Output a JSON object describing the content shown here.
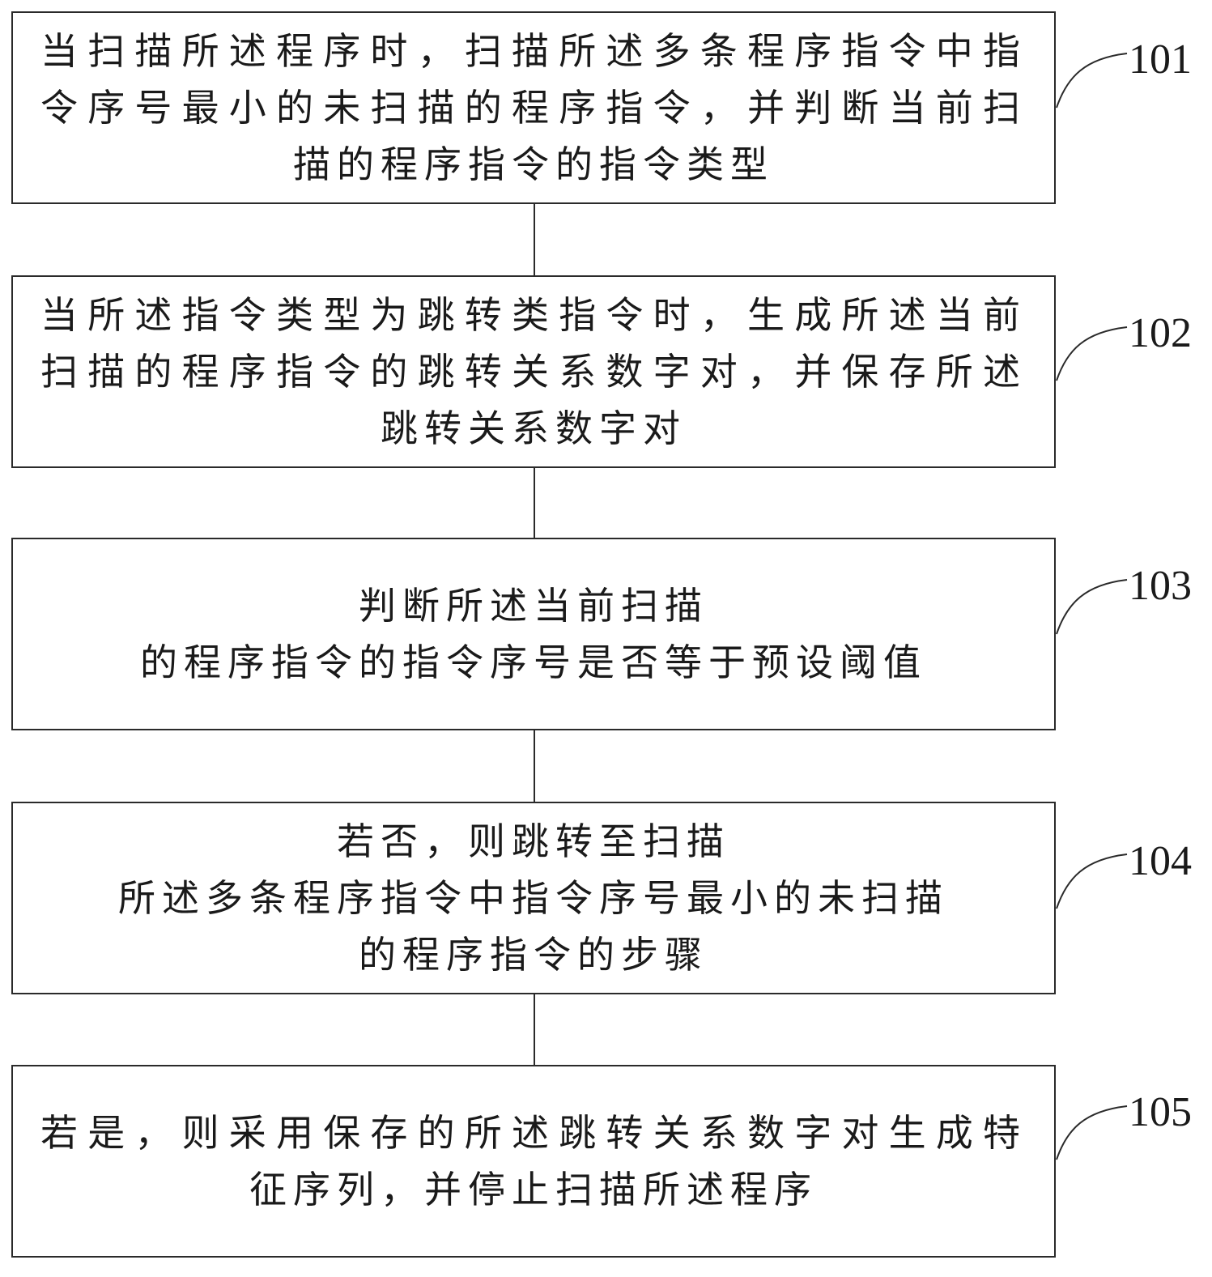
{
  "steps": [
    {
      "number": "101",
      "lines": [
        "当扫描所述程序时，扫描所述多条程序指令中指",
        "令序号最小的未扫描的程序指令，并判断当前扫",
        "描的程序指令的指令类型"
      ]
    },
    {
      "number": "102",
      "lines": [
        "当所述指令类型为跳转类指令时，生成所述当前",
        "扫描的程序指令的跳转关系数字对，并保存所述",
        "跳转关系数字对"
      ]
    },
    {
      "number": "103",
      "lines": [
        "判断所述当前扫描",
        "的程序指令的指令序号是否等于预设阈值"
      ]
    },
    {
      "number": "104",
      "lines": [
        "若否，则跳转至扫描",
        "所述多条程序指令中指令序号最小的未扫描",
        "的程序指令的步骤"
      ]
    },
    {
      "number": "105",
      "lines": [
        "若是，则采用保存的所述跳转关系数字对生成特",
        "征序列，并停止扫描所述程序"
      ]
    }
  ]
}
